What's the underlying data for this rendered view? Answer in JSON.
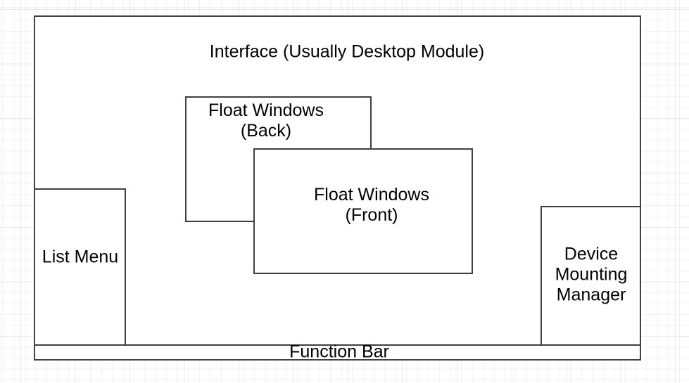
{
  "boxes": {
    "interface": {
      "label": "Interface (Usually Desktop Module)"
    },
    "float_back": {
      "label": "Float Windows\n(Back)"
    },
    "float_front": {
      "label": "Float Windows\n(Front)"
    },
    "list_menu": {
      "label": "List Menu"
    },
    "device_mounting_manager": {
      "label": "Device\nMounting\nManager"
    },
    "function_bar": {
      "label": "Function Bar"
    }
  },
  "style": {
    "stroke_color": "#404040",
    "fill_color": "#ffffff",
    "text_color": "#000000",
    "grid_minor_color": "#f3f3f3",
    "grid_major_color": "#e8e8e8"
  }
}
